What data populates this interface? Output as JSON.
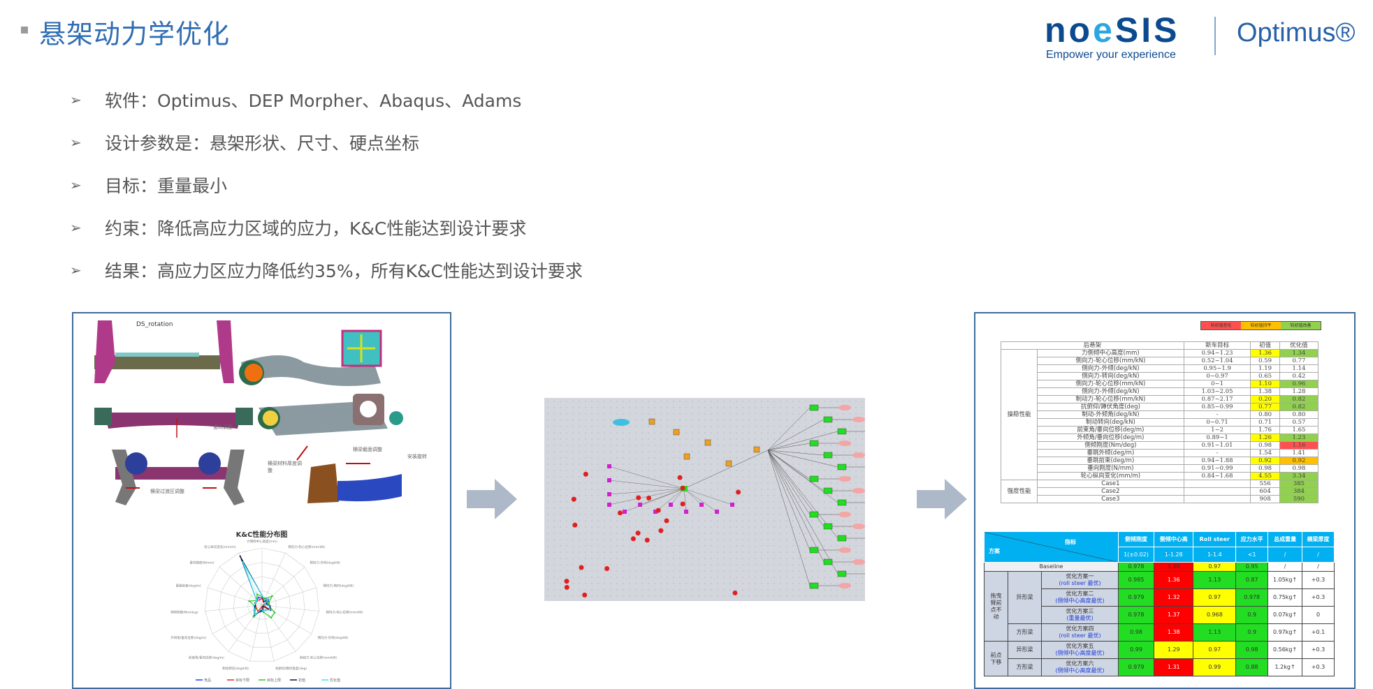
{
  "title": "悬架动力学优化",
  "logo": {
    "brand": "noesis",
    "tagline": "Empower your experience",
    "product": "Optimus®"
  },
  "bullets": [
    "软件：Optimus、DEP Morpher、Abaqus、Adams",
    "设计参数是：悬架形状、尺寸、硬点坐标",
    "目标：重量最小",
    "约束：降低高应力区域的应力，K&C性能达到设计要求",
    "结果：高应力区应力降低约35%，所有K&C性能达到设计要求"
  ],
  "left_panel": {
    "cad_labels": [
      "DS_rotation",
      "竖向调整",
      "横梁截面调整",
      "安装旋转",
      "横梁材料厚度调整",
      "横梁过渡区调整"
    ],
    "chart_data": {
      "type": "radar",
      "title": "K&C性能分布图",
      "axes": [
        "力侧倾中心高度(mm)",
        "侧向力-轮心位移(mm/kN)",
        "侧向力-外倾(deg/kN)",
        "侧向力-转向(deg/kN)",
        "侧向力-轮心位移(mm/kN)",
        "侧向力-外倾(deg/kN)",
        "制动力-轮心位移(mm/kN)",
        "抗俯仰/蹲伏角度(deg)",
        "制动转向(deg/kN)",
        "前束角/垂向位移(deg/m)",
        "外倾角/垂向位移(deg/m)",
        "侧倾刚度(Nm/deg)",
        "垂跳前束(deg/m)",
        "垂向刚度(N/mm)",
        "轮心纵向变化(mm/m)"
      ],
      "rmax": 8,
      "series": [
        {
          "name": "竞品",
          "color": "#1f3fff",
          "values": [
            1.0,
            1.0,
            1.2,
            1.0,
            1.1,
            1.3,
            0.8,
            0.9,
            0.9,
            1.6,
            1.2,
            1.0,
            1.0,
            1.0,
            1.2
          ]
        },
        {
          "name": "目标下限",
          "color": "#ff1a1a",
          "values": [
            0.94,
            0.52,
            0.95,
            0.3,
            0.3,
            1.03,
            0.87,
            0.85,
            0.3,
            1.0,
            0.89,
            0.91,
            0.94,
            0.91,
            0.84
          ]
        },
        {
          "name": "目标上限",
          "color": "#22cc22",
          "values": [
            1.23,
            1.04,
            1.9,
            0.97,
            1.0,
            2.05,
            2.17,
            0.99,
            0.71,
            2.0,
            1.0,
            1.01,
            1.88,
            0.99,
            1.68
          ]
        },
        {
          "name": "初值",
          "color": "#111133",
          "values": [
            1.36,
            0.59,
            1.19,
            0.65,
            1.1,
            1.38,
            0.2,
            0.77,
            0.71,
            1.76,
            1.26,
            0.98,
            0.92,
            0.98,
            7.5
          ]
        },
        {
          "name": "优化值",
          "color": "#33e5ff",
          "values": [
            1.34,
            0.77,
            1.14,
            0.42,
            0.96,
            1.28,
            0.82,
            0.82,
            0.57,
            1.65,
            1.23,
            1.16,
            0.92,
            0.98,
            6.6
          ]
        }
      ]
    }
  },
  "right_panel": {
    "legend": [
      {
        "label": "较初值恶化",
        "color": "#ff5050"
      },
      {
        "label": "较初值持平",
        "color": "#ffc000"
      },
      {
        "label": "较初值改善",
        "color": "#92d050"
      }
    ],
    "kc_table": {
      "headers": [
        "后悬架",
        "新车目标",
        "初值",
        "优化值"
      ],
      "group_handling": "操稳性能",
      "group_strength": "强度性能",
      "rows": [
        [
          "力侧倾中心高度(mm)",
          "0.94~1.23",
          "1.36",
          "1.34",
          "y",
          "g"
        ],
        [
          "侧向力-轮心位移(mm/kN)",
          "0.52~1.04",
          "0.59",
          "0.77",
          "",
          ""
        ],
        [
          "侧向力-外倾(deg/kN)",
          "0.95~1.9",
          "1.19",
          "1.14",
          "",
          ""
        ],
        [
          "侧向力-转向(deg/kN)",
          "0~0.97",
          "0.65",
          "0.42",
          "",
          ""
        ],
        [
          "侧向力-轮心位移(mm/kN)",
          "0~1",
          "1.10",
          "0.96",
          "y",
          "g"
        ],
        [
          "侧向力-外倾(deg/kN)",
          "1.03~2.05",
          "1.38",
          "1.28",
          "",
          ""
        ],
        [
          "制动力-轮心位移(mm/kN)",
          "0.87~2.17",
          "0.20",
          "0.82",
          "y",
          "g"
        ],
        [
          "抗俯仰/蹲伏角度(deg)",
          "0.85~0.99",
          "0.77",
          "0.82",
          "y",
          "g"
        ],
        [
          "制动-外倾角(deg/kN)",
          "-",
          "0.80",
          "0.80",
          "",
          ""
        ],
        [
          "制动转向(deg/kN)",
          "0~0.71",
          "0.71",
          "0.57",
          "",
          ""
        ],
        [
          "前束角/垂向位移(deg/m)",
          "1~2",
          "1.76",
          "1.65",
          "",
          ""
        ],
        [
          "外倾角/垂向位移(deg/m)",
          "0.89~1",
          "1.26",
          "1.23",
          "y",
          "g"
        ],
        [
          "侧倾刚度(Nm/deg)",
          "0.91~1.01",
          "0.98",
          "1.16",
          "",
          "r"
        ],
        [
          "垂跳外倾(deg/m)",
          "-",
          "1.54",
          "1.41",
          "",
          ""
        ],
        [
          "垂跳前束(deg/m)",
          "0.94~1.88",
          "0.92",
          "0.92",
          "y",
          "o"
        ],
        [
          "垂向刚度(N/mm)",
          "0.91~0.99",
          "0.98",
          "0.98",
          "",
          ""
        ],
        [
          "轮心纵向变化(mm/m)",
          "0.84~1.68",
          "4.55",
          "3.34",
          "y",
          "g"
        ]
      ],
      "strength_rows": [
        [
          "Case1",
          "",
          "556",
          "385",
          "",
          "g"
        ],
        [
          "Case2",
          "",
          "604",
          "384",
          "",
          "g"
        ],
        [
          "Case3",
          "",
          "908",
          "590",
          "",
          "g"
        ]
      ]
    },
    "scheme_table": {
      "corner_top": "指标",
      "corner_bottom": "方案",
      "metrics": [
        "侧倾刚度",
        "侧倾中心高",
        "Roll steer",
        "应力水平",
        "总成重量",
        "横梁厚度"
      ],
      "targets": [
        "1(±0.02)",
        "1-1.28",
        "1-1.4",
        "<1",
        "/",
        "/"
      ],
      "baseline": {
        "label": "Baseline",
        "values": [
          "0.978",
          "1.48",
          "0.97",
          "0.95",
          "/",
          "/"
        ],
        "colors": [
          "g",
          "r",
          "y",
          "g",
          "",
          ""
        ]
      },
      "groups": [
        {
          "label": "拖曳臂前点不动"
        },
        {
          "label": "前点下移"
        }
      ],
      "beam_types": [
        "异形梁",
        "方形梁",
        "异形梁",
        "方形梁"
      ],
      "rows": [
        {
          "name": "优化方案一",
          "note": "(roll steer 最优)",
          "values": [
            "0.985",
            "1.36",
            "1.13",
            "0.87",
            "1.05kg↑",
            "+0.3"
          ],
          "colors": [
            "g",
            "r",
            "g",
            "g",
            "",
            ""
          ]
        },
        {
          "name": "优化方案二",
          "note": "(侧倾中心高度最优)",
          "values": [
            "0.979",
            "1.32",
            "0.97",
            "0.978",
            "0.75kg↑",
            "+0.3"
          ],
          "colors": [
            "g",
            "r",
            "y",
            "g",
            "",
            ""
          ]
        },
        {
          "name": "优化方案三",
          "note": "(重量最优)",
          "values": [
            "0.978",
            "1.37",
            "0.968",
            "0.9",
            "0.07kg↑",
            "0"
          ],
          "colors": [
            "g",
            "r",
            "y",
            "g",
            "",
            ""
          ]
        },
        {
          "name": "优化方案四",
          "note": "(roll steer 最优)",
          "values": [
            "0.98",
            "1.38",
            "1.13",
            "0.9",
            "0.97kg↑",
            "+0.1"
          ],
          "colors": [
            "g",
            "r",
            "g",
            "g",
            "",
            ""
          ]
        },
        {
          "name": "优化方案五",
          "note": "(侧倾中心高度最优)",
          "values": [
            "0.99",
            "1.29",
            "0.97",
            "0.98",
            "0.56kg↑",
            "+0.3"
          ],
          "colors": [
            "g",
            "y",
            "y",
            "g",
            "",
            ""
          ]
        },
        {
          "name": "优化方案六",
          "note": "(侧倾中心高度最优)",
          "values": [
            "0.979",
            "1.31",
            "0.99",
            "0.88",
            "1.2kg↑",
            "+0.3"
          ],
          "colors": [
            "g",
            "r",
            "y",
            "g",
            "",
            ""
          ]
        }
      ]
    }
  },
  "colors": {
    "title": "#2f6db3",
    "panel_border": "#3d6b9c",
    "arrow": "#adb9c9",
    "table_header": "#00b0f0"
  }
}
